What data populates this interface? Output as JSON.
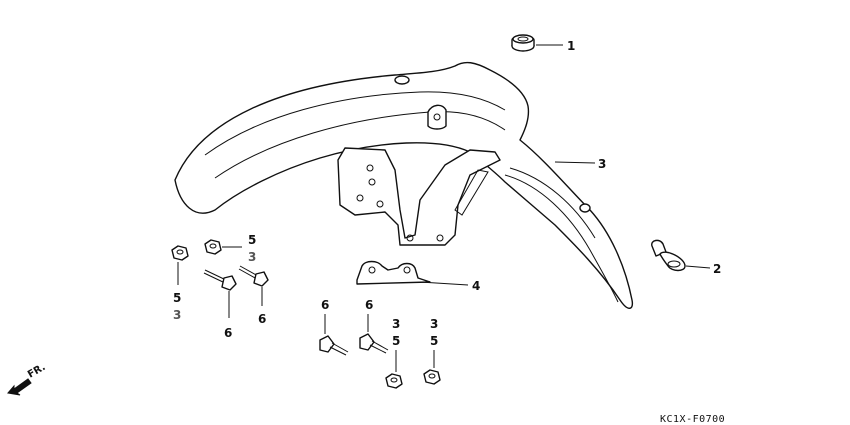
{
  "diagram": {
    "callouts": {
      "p1": "1",
      "p2": "2",
      "p3": "3",
      "p4": "4",
      "a5": "5",
      "a3": "3",
      "b5": "5",
      "b3": "3",
      "c6": "6",
      "d6": "6",
      "e6": "6",
      "f6": "6",
      "g3": "3",
      "g5": "5",
      "h3": "3",
      "h5": "5"
    },
    "direction_label": "FR.",
    "figure_code": "KC1X-F0700"
  }
}
